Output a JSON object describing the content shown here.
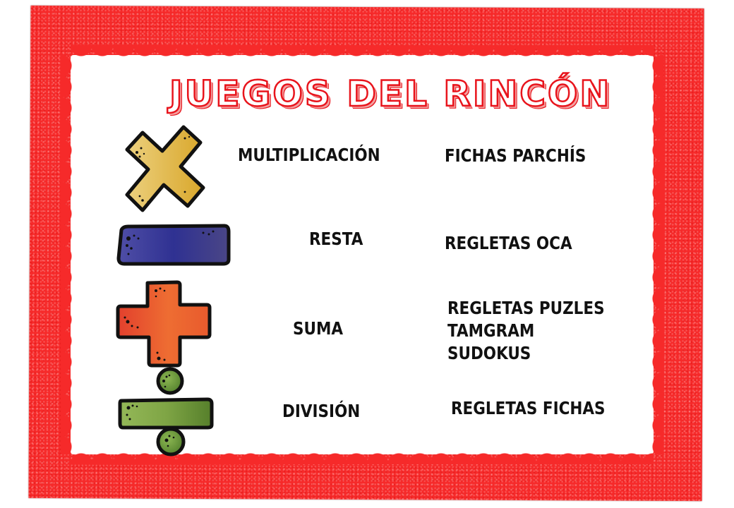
{
  "poster": {
    "title": "JUEGOS DEL RINCÓN",
    "frame_color": "#f62a2a",
    "rows": [
      {
        "operation": "MULTIPLICACIÓN",
        "icon": "multiply-icon",
        "icon_color": "#e2b544",
        "games": [
          "FICHAS PARCHÍS"
        ]
      },
      {
        "operation": "RESTA",
        "icon": "minus-icon",
        "icon_color": "#3a3c95",
        "games": [
          "REGLETAS OCA"
        ]
      },
      {
        "operation": "SUMA",
        "icon": "plus-icon",
        "icon_color": "#e8582f",
        "games": [
          "REGLETAS PUZLES",
          "TAMGRAM",
          "SUDOKUS"
        ]
      },
      {
        "operation": "DIVISIÓN",
        "icon": "divide-icon",
        "icon_color": "#7aa043",
        "games": [
          "REGLETAS FICHAS"
        ]
      }
    ]
  }
}
